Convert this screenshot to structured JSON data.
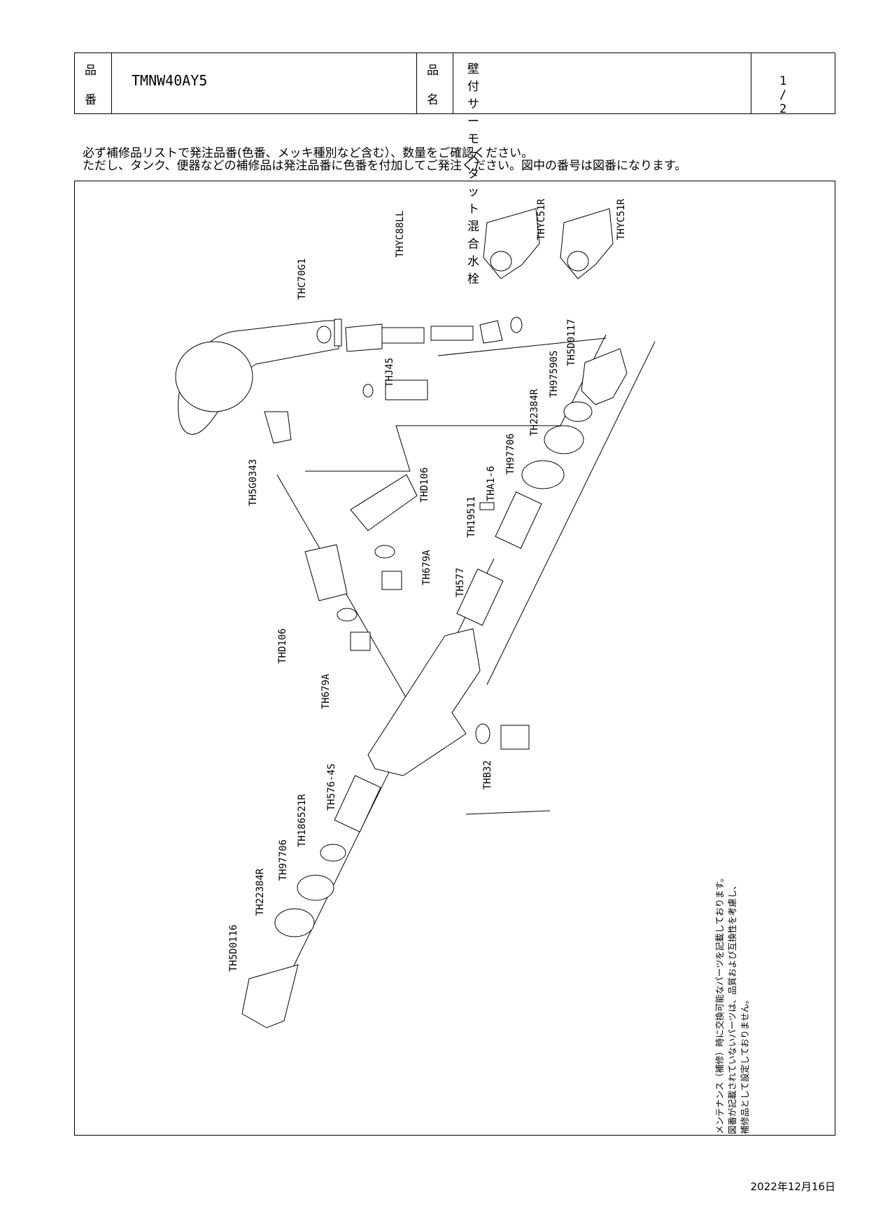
{
  "header": {
    "part_no_label_top": "品",
    "part_no_label_bottom": "番",
    "part_no": "TMNW40AY5",
    "name_label_top": "品",
    "name_label_bottom": "名",
    "name": "壁付サーモスタット混合水栓",
    "page": "1 / 2"
  },
  "notes": {
    "line1": "必ず補修品リストで発注品番(色番、メッキ種別など含む）、数量をご確認ください。",
    "line2": "ただし、タンク、便器などの補修品は発注品番に色番を付加してご発注ください。図中の番号は図番になります。"
  },
  "parts": {
    "thc70g1": "THC70G1",
    "thyc88ll": "THYC88LL",
    "thyc51r_a": "THYC51R",
    "thyc51r_b": "THYC51R",
    "th5d0117": "TH5D0117",
    "thj45": "THJ45",
    "th97590s": "TH97590S",
    "th22384r_top": "TH22384R",
    "th97706_top": "TH97706",
    "tha1_6": "THA1-6",
    "th19511": "TH19511",
    "th5g0343": "TH5G0343",
    "thd106_top": "THD106",
    "th679a_top": "TH679A",
    "th577": "TH577",
    "thd106_left": "THD106",
    "th679a_left": "TH679A",
    "thb32": "THB32",
    "th576_4s": "TH576-4S",
    "th186521r": "TH186521R",
    "th97706_bottom": "TH97706",
    "th22384r_bottom": "TH22384R",
    "th5d0116": "TH5D0116"
  },
  "side_note": {
    "line1": "メンテナンス（補修）時に交換可能なパーツを記載しております。",
    "line2": "図番が記載されていないパーツは、品質および互換性を考慮し、",
    "line3": "補修品として設定しておりません。"
  },
  "date": "2022年12月16日"
}
